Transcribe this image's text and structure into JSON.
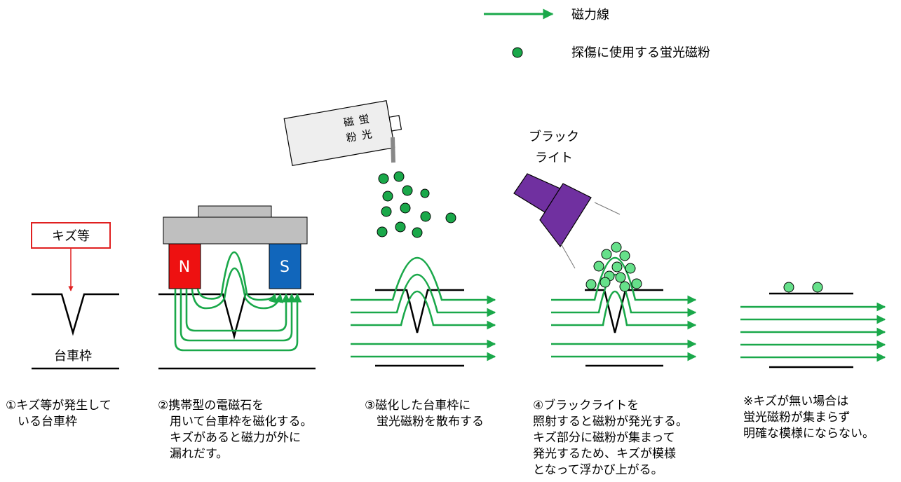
{
  "legend": {
    "field_lines": "磁力線",
    "particles": "探傷に使用する蛍光磁粉"
  },
  "labels": {
    "defect": "キズ等",
    "frame": "台車枠",
    "magnet_n": "N",
    "magnet_s": "S",
    "can_lines": [
      "蛍",
      "光",
      "磁",
      "粉"
    ],
    "blacklight_lines": [
      "ブラック",
      "ライト"
    ]
  },
  "captions": [
    [
      "①キズ等が発生して",
      "　いる台車枠"
    ],
    [
      "②携帯型の電磁石を",
      "　用いて台車枠を磁化する。",
      "　キズがあると磁力が外に",
      "　漏れだす。"
    ],
    [
      "③磁化した台車枠に",
      "　蛍光磁粉を散布する"
    ],
    [
      "④ブラックライトを",
      "照射すると磁粉が発光する。",
      "キズ部分に磁粉が集まって",
      "発光するため、キズが模様",
      "となって浮かび上がる。"
    ],
    [
      "※キズが無い場合は",
      "蛍光磁粉が集まらず",
      "明確な模様にならない。"
    ]
  ],
  "colors": {
    "field_line": "#1aa84a",
    "particle_dark": "#1aa84a",
    "particle_light": "#66e08a",
    "magnet_n": "#ee1111",
    "magnet_s": "#1166bb",
    "magnet_body": "#bfbfbf",
    "blacklight": "#7030a0",
    "defect_box": "#e02020"
  }
}
